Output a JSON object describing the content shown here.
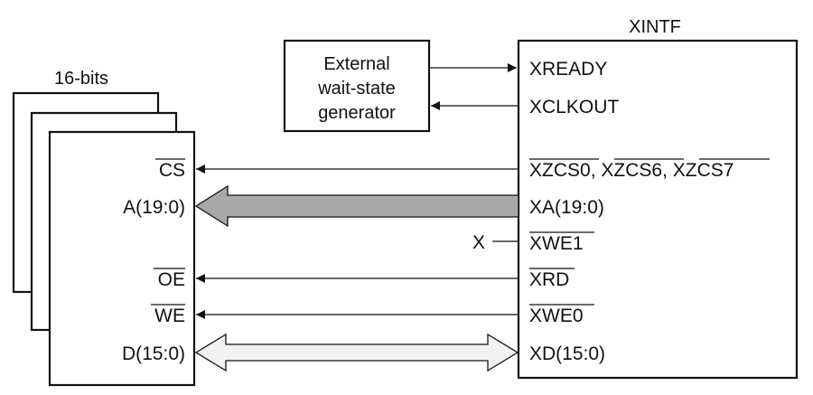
{
  "xintf": {
    "title": "XINTF",
    "signals": {
      "xready": "XREADY",
      "xclkout": "XCLKOUT",
      "xzcs_0": "XZCS0",
      "xzcs_sep1": ",",
      "xzcs_6": "XZCS6",
      "xzcs_sep2": ",",
      "xzcs_7": "XZCS7",
      "xa": "XA(19:0)",
      "xwe1": "XWE1",
      "xrd": "XRD",
      "xwe0": "XWE0",
      "xd": "XD(15:0)"
    }
  },
  "wait_state_generator": {
    "line1": "External",
    "line2": "wait-state",
    "line3": "generator"
  },
  "memory": {
    "title": "16-bits",
    "signals": {
      "cs": "CS",
      "a": "A(19:0)",
      "oe": "OE",
      "we": "WE",
      "d": "D(15:0)"
    }
  },
  "unconnected_marker": "X",
  "colors": {
    "address_bus_fill": "#a9a9a9",
    "data_bus_fill": "#f2f2f2",
    "line": "#111111"
  }
}
